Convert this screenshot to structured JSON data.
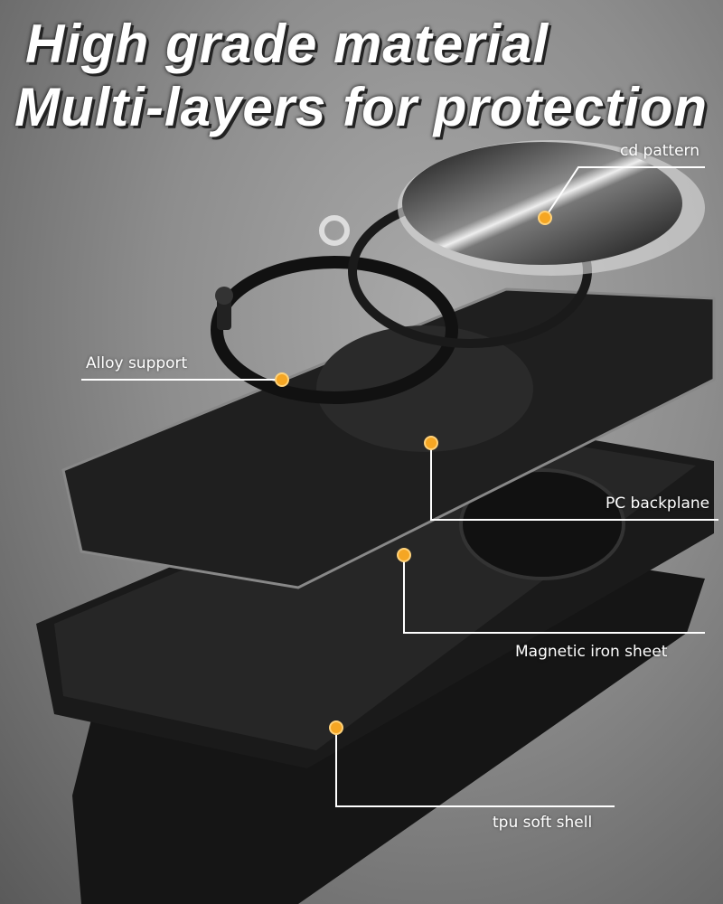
{
  "headline": {
    "line1": "High grade material",
    "line2": "Multi-layers for protection"
  },
  "callouts": {
    "cd_pattern": "cd pattern",
    "alloy_support": "Alloy support",
    "pc_backplane": "PC backplane",
    "magnetic_iron_sheet": "Magnetic iron sheet",
    "tpu_soft_shell": "tpu soft shell"
  },
  "colors": {
    "accent_dot": "#f5a623",
    "case": "#1b1b1b",
    "line": "#ffffff"
  }
}
